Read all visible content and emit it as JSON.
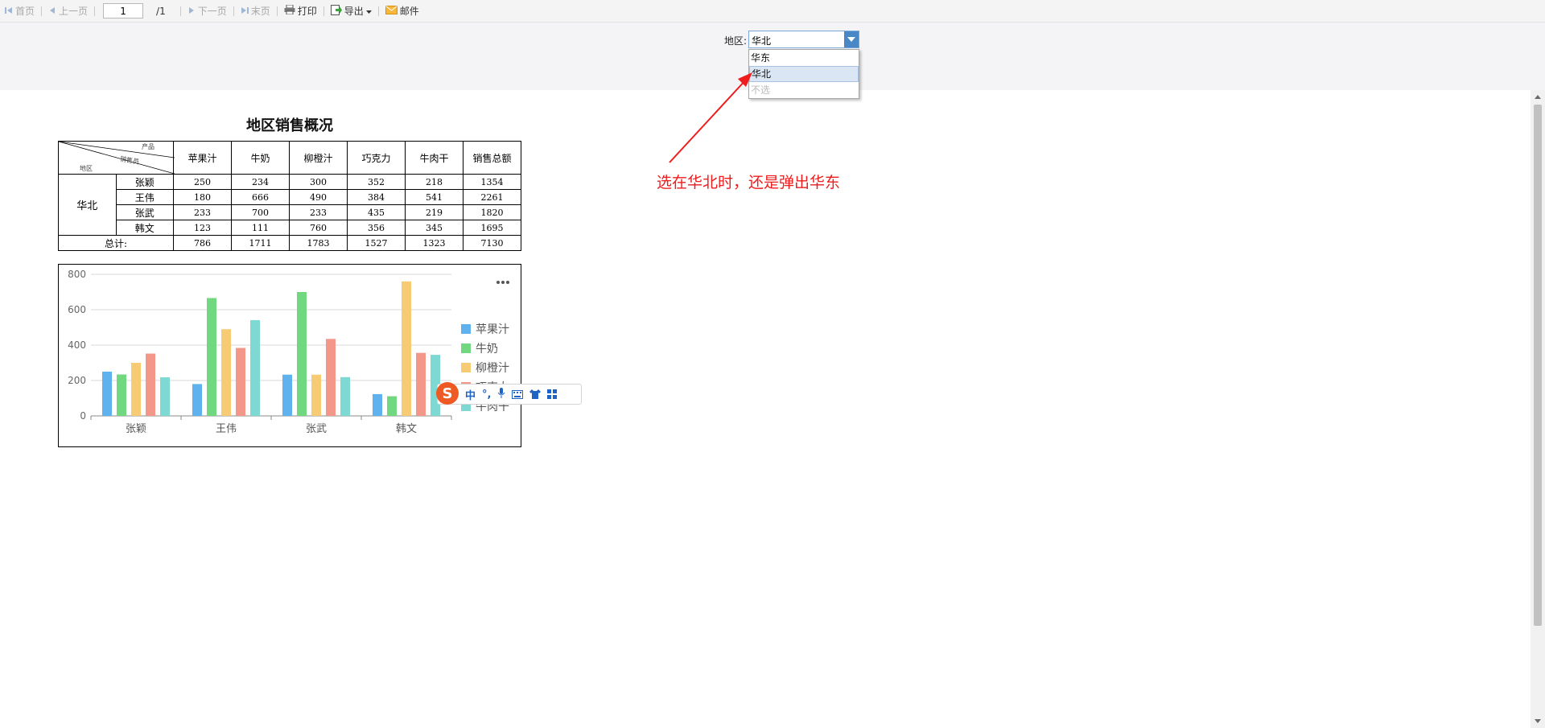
{
  "toolbar": {
    "first": "首页",
    "prev": "上一页",
    "page_value": "1",
    "page_total": "/1",
    "next": "下一页",
    "last": "末页",
    "print": "打印",
    "export": "导出",
    "mail": "邮件"
  },
  "params": {
    "region_label": "地区:",
    "region_value": "华北",
    "options": [
      "华东",
      "华北",
      "不选"
    ],
    "selected_option": "华北"
  },
  "report": {
    "title": "地区销售概况",
    "diag_labels": {
      "product": "产品",
      "seller": "销售员",
      "region": "地区"
    },
    "columns": [
      "苹果汁",
      "牛奶",
      "柳橙汁",
      "巧克力",
      "牛肉干",
      "销售总额"
    ],
    "region": "华北",
    "rows": [
      {
        "name": "张颖",
        "values": [
          "250",
          "234",
          "300",
          "352",
          "218",
          "1354"
        ]
      },
      {
        "name": "王伟",
        "values": [
          "180",
          "666",
          "490",
          "384",
          "541",
          "2261"
        ]
      },
      {
        "name": "张武",
        "values": [
          "233",
          "700",
          "233",
          "435",
          "219",
          "1820"
        ]
      },
      {
        "name": "韩文",
        "values": [
          "123",
          "111",
          "760",
          "356",
          "345",
          "1695"
        ]
      }
    ],
    "total_label": "总计:",
    "totals": [
      "786",
      "1711",
      "1783",
      "1527",
      "1323",
      "7130"
    ]
  },
  "chart_data": {
    "type": "bar",
    "categories": [
      "张颖",
      "王伟",
      "张武",
      "韩文"
    ],
    "series": [
      {
        "name": "苹果汁",
        "values": [
          250,
          180,
          233,
          123
        ],
        "color": "#5fb2ee"
      },
      {
        "name": "牛奶",
        "values": [
          234,
          666,
          700,
          111
        ],
        "color": "#72d87f"
      },
      {
        "name": "柳橙汁",
        "values": [
          300,
          490,
          233,
          760
        ],
        "color": "#f7cb74"
      },
      {
        "name": "巧克力",
        "values": [
          352,
          384,
          435,
          356
        ],
        "color": "#f5968a"
      },
      {
        "name": "牛肉干",
        "values": [
          218,
          541,
          219,
          345
        ],
        "color": "#7dd9d2"
      }
    ],
    "ylim": [
      0,
      800
    ],
    "yticks": [
      0,
      200,
      400,
      600,
      800
    ],
    "grid": true,
    "legend": "right",
    "menu_icon": "more-dots-icon"
  },
  "annotation": "选在华北时，还是弹出华东",
  "ime": {
    "logo": "S",
    "mode": "中",
    "punct": "°,",
    "icons": [
      "mic-icon",
      "keyboard-icon",
      "skin-icon",
      "toolbox-icon"
    ]
  }
}
